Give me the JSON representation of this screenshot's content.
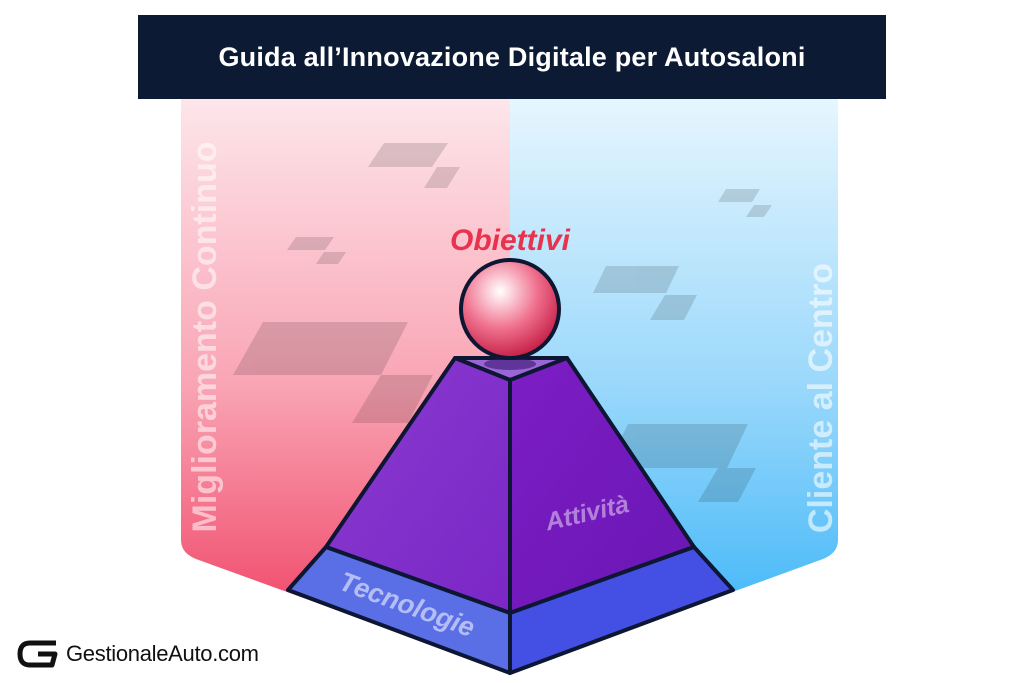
{
  "title": "Guida all’Innovazione Digitale per Autosaloni",
  "left_panel_label": "Miglioramento Continuo",
  "right_panel_label": "Cliente al Centro",
  "pyramid": {
    "top_label": "Obiettivi",
    "middle_label": "Attività",
    "base_label": "Tecnologie"
  },
  "brand": {
    "name": "GestionaleAuto.com"
  },
  "colors": {
    "title_bg": "#0d1a33",
    "left_accent": "#ef3a5d",
    "right_accent": "#3ab5f5",
    "pyramid_purple": "#7a1fc4",
    "pyramid_base": "#4a57e6",
    "objective_red": "#e8334f"
  }
}
